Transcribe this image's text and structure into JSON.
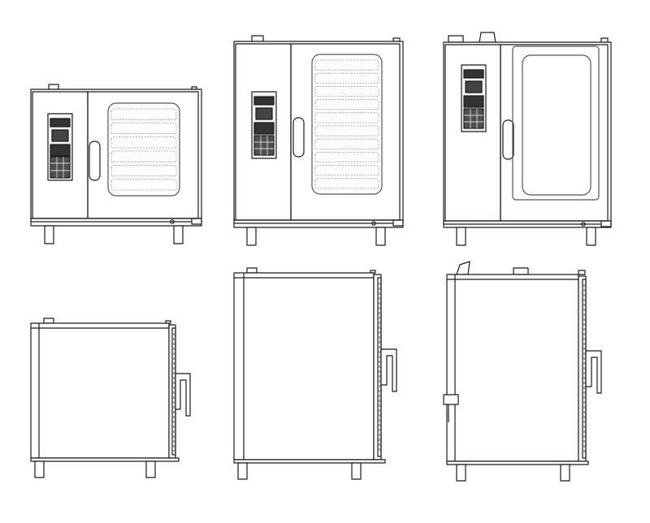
{
  "figure": {
    "stroke_color": "#1a1a1a",
    "fill_color": "#ffffff",
    "panel_fill": "#f4f4f4",
    "screen_fill": "#333333",
    "glass_stroke": "#555555",
    "rows": [
      "front-views",
      "side-views"
    ],
    "front_views": [
      {
        "model": "small-oven",
        "tray_count": 6,
        "door_style": "trays"
      },
      {
        "model": "medium-oven",
        "tray_count": 10,
        "door_style": "trays"
      },
      {
        "model": "large-oven",
        "tray_count": 0,
        "door_style": "window"
      }
    ],
    "side_views": [
      {
        "model": "small-oven"
      },
      {
        "model": "medium-oven"
      },
      {
        "model": "large-oven"
      }
    ]
  }
}
